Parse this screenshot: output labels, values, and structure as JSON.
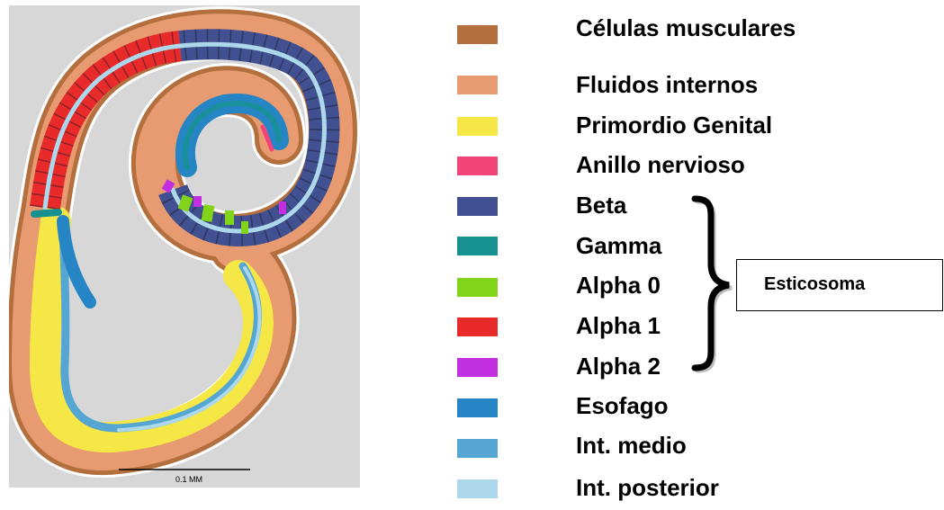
{
  "figure": {
    "scale_label": "0.1 MM",
    "colors": {
      "panel_bg": "#d7d7d7",
      "outer_edge": "#ffffff",
      "muscle": "#b46f3f",
      "fluid": "#e89a70",
      "genital": "#f5e846",
      "beta": "#405090",
      "gamma": "#17918f",
      "alpha0": "#82d41b",
      "alpha1": "#e92a2a",
      "alpha2": "#c22fe0",
      "esophagus": "#2685c5",
      "mid_intestine": "#55a6d2",
      "post_intestine": "#add8ec"
    }
  },
  "legend": {
    "items": [
      {
        "key": "muscle",
        "label": "Células musculares",
        "color": "#b46f3f"
      },
      {
        "key": "fluid",
        "label": "Fluidos internos",
        "color": "#e89a70"
      },
      {
        "key": "genital",
        "label": "Primordio Genital",
        "color": "#f5e846"
      },
      {
        "key": "nerve_ring",
        "label": "Anillo nervioso",
        "color": "#f24478"
      },
      {
        "key": "beta",
        "label": "Beta",
        "color": "#405090"
      },
      {
        "key": "gamma",
        "label": "Gamma",
        "color": "#17918f"
      },
      {
        "key": "alpha0",
        "label": "Alpha 0",
        "color": "#82d41b"
      },
      {
        "key": "alpha1",
        "label": "Alpha 1",
        "color": "#e92a2a"
      },
      {
        "key": "alpha2",
        "label": "Alpha 2",
        "color": "#c22fe0"
      },
      {
        "key": "esophagus",
        "label": "Esofago",
        "color": "#2685c5"
      },
      {
        "key": "mid_intestine",
        "label": "Int. medio",
        "color": "#55a6d2"
      },
      {
        "key": "post_intestine",
        "label": "Int. posterior",
        "color": "#add8ec"
      }
    ]
  },
  "group": {
    "label": "Esticosoma",
    "members": [
      "Beta",
      "Gamma",
      "Alpha 0",
      "Alpha 1",
      "Alpha 2"
    ]
  }
}
